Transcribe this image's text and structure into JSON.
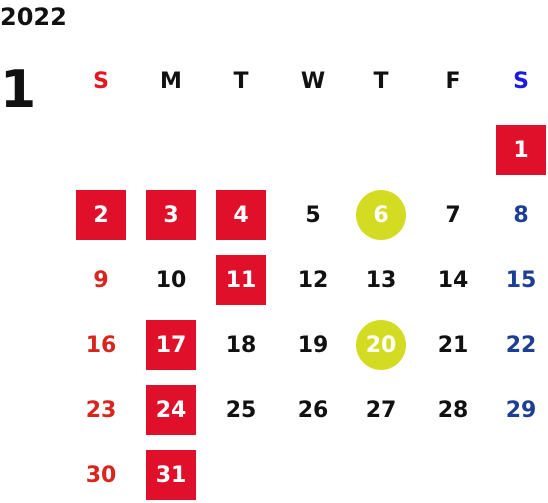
{
  "calendar": {
    "year": "2022",
    "month": "1",
    "colors": {
      "holiday_bg": "#e0102a",
      "event_bg": "#d3dc23",
      "sunday_text": "#d7261e",
      "saturday_text": "#1c3f94",
      "sunday_header": "#e8141e",
      "saturday_header": "#1a1ae0"
    },
    "weekdays": [
      "S",
      "M",
      "T",
      "W",
      "T",
      "F",
      "S"
    ],
    "days": [
      {
        "label": "1",
        "col": 6,
        "week": 0,
        "style": "holiday"
      },
      {
        "label": "2",
        "col": 0,
        "week": 1,
        "style": "holiday"
      },
      {
        "label": "3",
        "col": 1,
        "week": 1,
        "style": "holiday"
      },
      {
        "label": "4",
        "col": 2,
        "week": 1,
        "style": "holiday"
      },
      {
        "label": "5",
        "col": 3,
        "week": 1,
        "style": "normal"
      },
      {
        "label": "6",
        "col": 4,
        "week": 1,
        "style": "event"
      },
      {
        "label": "7",
        "col": 5,
        "week": 1,
        "style": "normal"
      },
      {
        "label": "8",
        "col": 6,
        "week": 1,
        "style": "normal"
      },
      {
        "label": "9",
        "col": 0,
        "week": 2,
        "style": "normal"
      },
      {
        "label": "10",
        "col": 1,
        "week": 2,
        "style": "normal"
      },
      {
        "label": "11",
        "col": 2,
        "week": 2,
        "style": "holiday"
      },
      {
        "label": "12",
        "col": 3,
        "week": 2,
        "style": "normal"
      },
      {
        "label": "13",
        "col": 4,
        "week": 2,
        "style": "normal"
      },
      {
        "label": "14",
        "col": 5,
        "week": 2,
        "style": "normal"
      },
      {
        "label": "15",
        "col": 6,
        "week": 2,
        "style": "normal"
      },
      {
        "label": "16",
        "col": 0,
        "week": 3,
        "style": "normal"
      },
      {
        "label": "17",
        "col": 1,
        "week": 3,
        "style": "holiday"
      },
      {
        "label": "18",
        "col": 2,
        "week": 3,
        "style": "normal"
      },
      {
        "label": "19",
        "col": 3,
        "week": 3,
        "style": "normal"
      },
      {
        "label": "20",
        "col": 4,
        "week": 3,
        "style": "event"
      },
      {
        "label": "21",
        "col": 5,
        "week": 3,
        "style": "normal"
      },
      {
        "label": "22",
        "col": 6,
        "week": 3,
        "style": "normal"
      },
      {
        "label": "23",
        "col": 0,
        "week": 4,
        "style": "normal"
      },
      {
        "label": "24",
        "col": 1,
        "week": 4,
        "style": "holiday"
      },
      {
        "label": "25",
        "col": 2,
        "week": 4,
        "style": "normal"
      },
      {
        "label": "26",
        "col": 3,
        "week": 4,
        "style": "normal"
      },
      {
        "label": "27",
        "col": 4,
        "week": 4,
        "style": "normal"
      },
      {
        "label": "28",
        "col": 5,
        "week": 4,
        "style": "normal"
      },
      {
        "label": "29",
        "col": 6,
        "week": 4,
        "style": "normal"
      },
      {
        "label": "30",
        "col": 0,
        "week": 5,
        "style": "normal"
      },
      {
        "label": "31",
        "col": 1,
        "week": 5,
        "style": "holiday"
      }
    ]
  }
}
